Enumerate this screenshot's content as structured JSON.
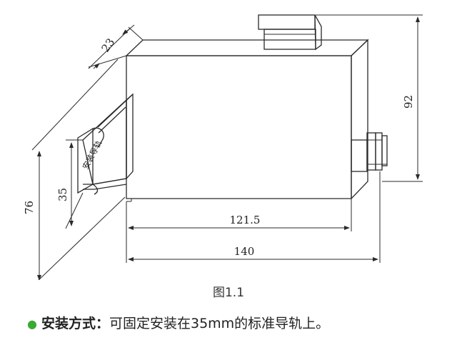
{
  "dimensions": {
    "depth": "23",
    "height_total": "92",
    "rail_height": "76",
    "rail_width": "35",
    "width_inner": "121.5",
    "width_total": "140"
  },
  "rail_label": "安装导轨",
  "figure_caption": "图1.1",
  "install_note": {
    "label": "安装方式：",
    "text": "可固定安装在35mm的标准导轨上。"
  },
  "colors": {
    "bullet": "#3aaa35",
    "line": "#2a2a2a"
  }
}
